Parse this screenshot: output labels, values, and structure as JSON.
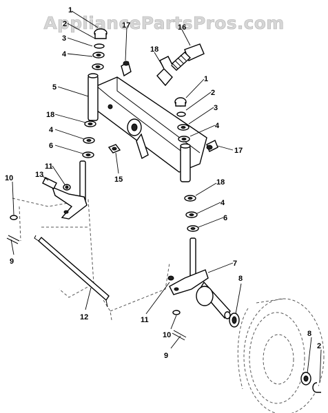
{
  "watermark": "AppliancePartsPros.com",
  "callouts": [
    {
      "label": "1"
    },
    {
      "label": "2"
    },
    {
      "label": "3"
    },
    {
      "label": "4"
    },
    {
      "label": "17"
    },
    {
      "label": "16"
    },
    {
      "label": "18"
    },
    {
      "label": "5"
    },
    {
      "label": "1"
    },
    {
      "label": "2"
    },
    {
      "label": "3"
    },
    {
      "label": "4"
    },
    {
      "label": "18"
    },
    {
      "label": "4"
    },
    {
      "label": "6"
    },
    {
      "label": "17"
    },
    {
      "label": "15"
    },
    {
      "label": "11"
    },
    {
      "label": "13"
    },
    {
      "label": "10"
    },
    {
      "label": "18"
    },
    {
      "label": "4"
    },
    {
      "label": "6"
    },
    {
      "label": "9"
    },
    {
      "label": "7"
    },
    {
      "label": "8"
    },
    {
      "label": "12"
    },
    {
      "label": "11"
    },
    {
      "label": "10"
    },
    {
      "label": "9"
    },
    {
      "label": "8"
    },
    {
      "label": "2"
    }
  ]
}
